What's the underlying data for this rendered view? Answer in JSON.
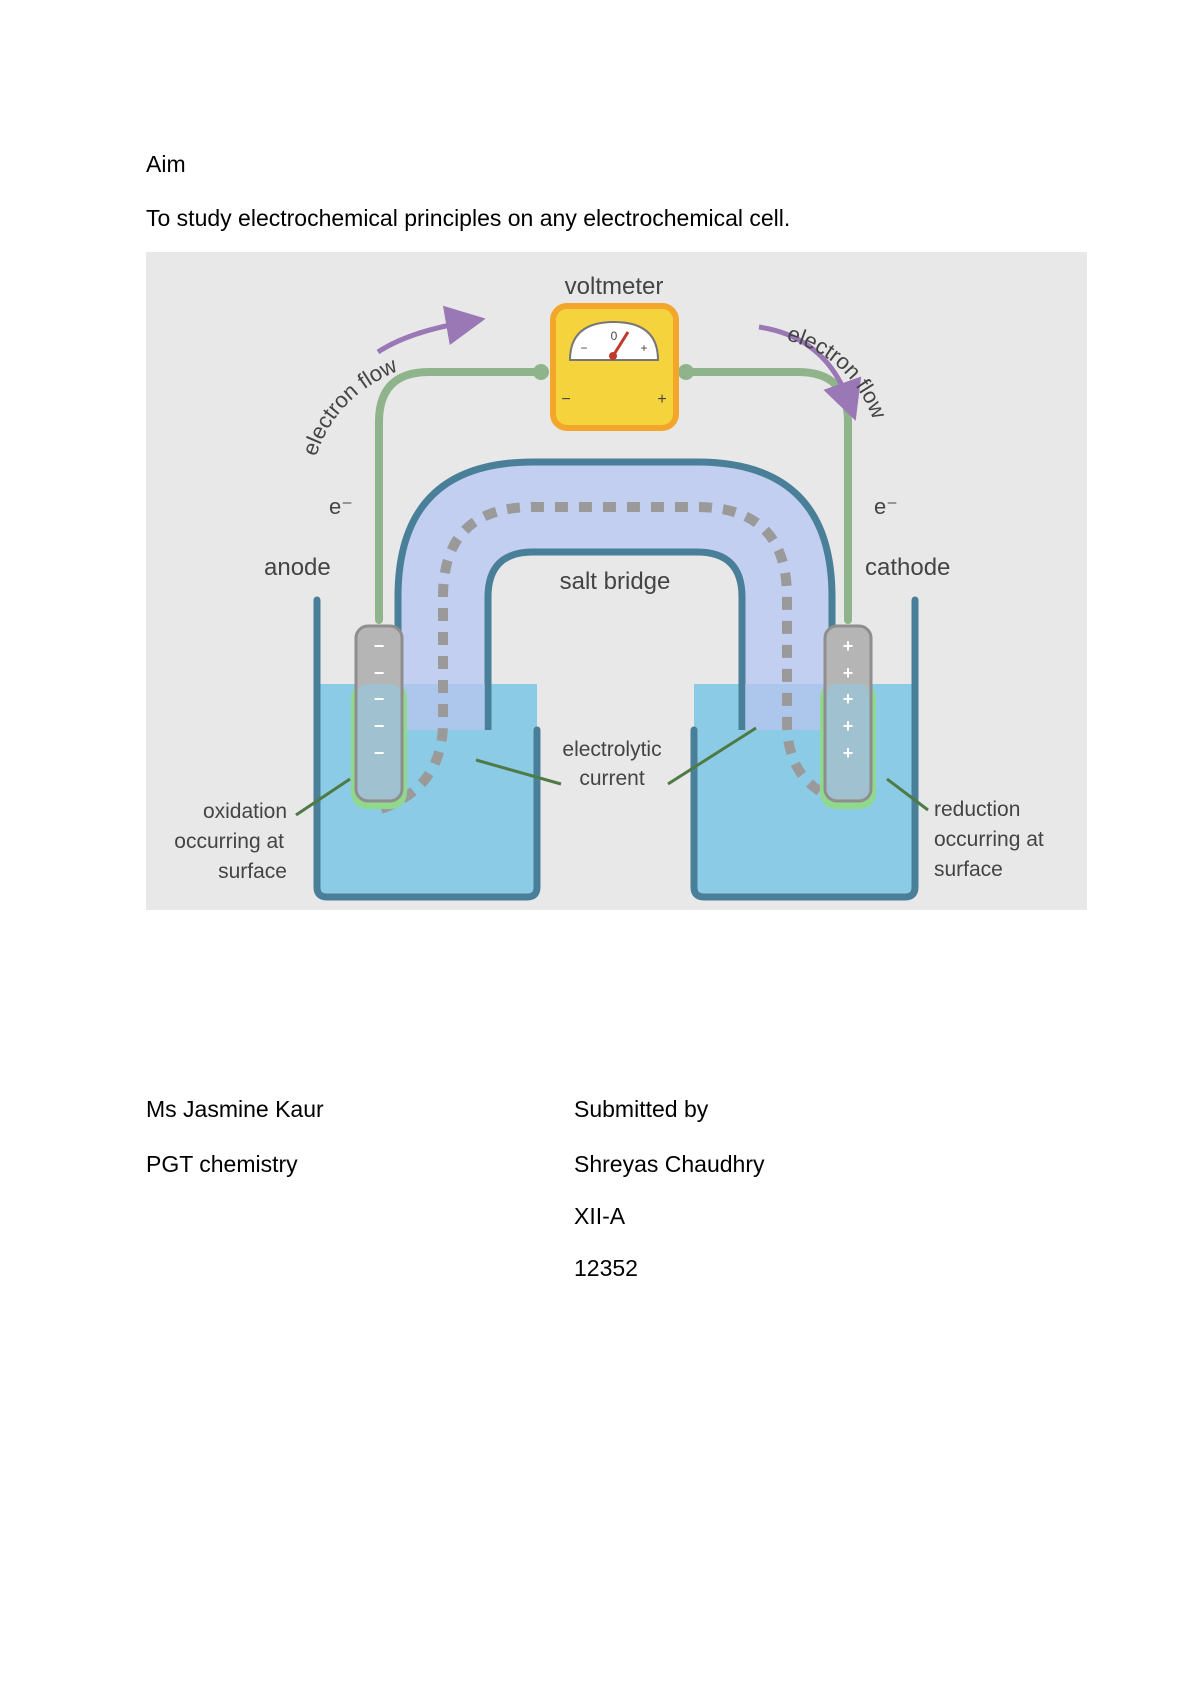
{
  "aim": {
    "heading": "Aim",
    "text": "To study electrochemical principles on any electrochemical cell."
  },
  "figure": {
    "voltmeter": "voltmeter",
    "meter_zero": "0",
    "meter_minus": "−",
    "meter_plus": "+",
    "terminal_minus": "−",
    "terminal_plus": "+",
    "electron_flow_left": "electron flow",
    "electron_flow_right": "electron flow",
    "electron_left": "e⁻",
    "electron_right": "e⁻",
    "anode": "anode",
    "cathode": "cathode",
    "salt_bridge": "salt bridge",
    "electrolytic_line1": "electrolytic",
    "electrolytic_line2": "current",
    "oxidation_line1": "oxidation",
    "oxidation_line2": "occurring at",
    "oxidation_line3": "surface",
    "reduction_line1": "reduction",
    "reduction_line2": "occurring at",
    "reduction_line3": "surface",
    "anode_sign": "−",
    "cathode_sign": "+",
    "colors": {
      "background": "#e8e8e8",
      "beaker": "#4a7f99",
      "solution": "#8ccbe6",
      "salt_bridge": "#c3cff0",
      "wire": "#8fb38a",
      "electrode": "#b5b5b5",
      "surface": "#8fd88c",
      "voltmeter": "#f5d33d",
      "voltmeter_border": "#f2a62a",
      "arrow": "#9a77b5",
      "needle": "#c0392b"
    }
  },
  "footer": {
    "teacher_name": "Ms Jasmine Kaur",
    "teacher_title": "PGT chemistry",
    "submitted_label": "Submitted by",
    "student_name": "Shreyas Chaudhry",
    "student_class": "XII-A",
    "student_roll": "12352"
  }
}
